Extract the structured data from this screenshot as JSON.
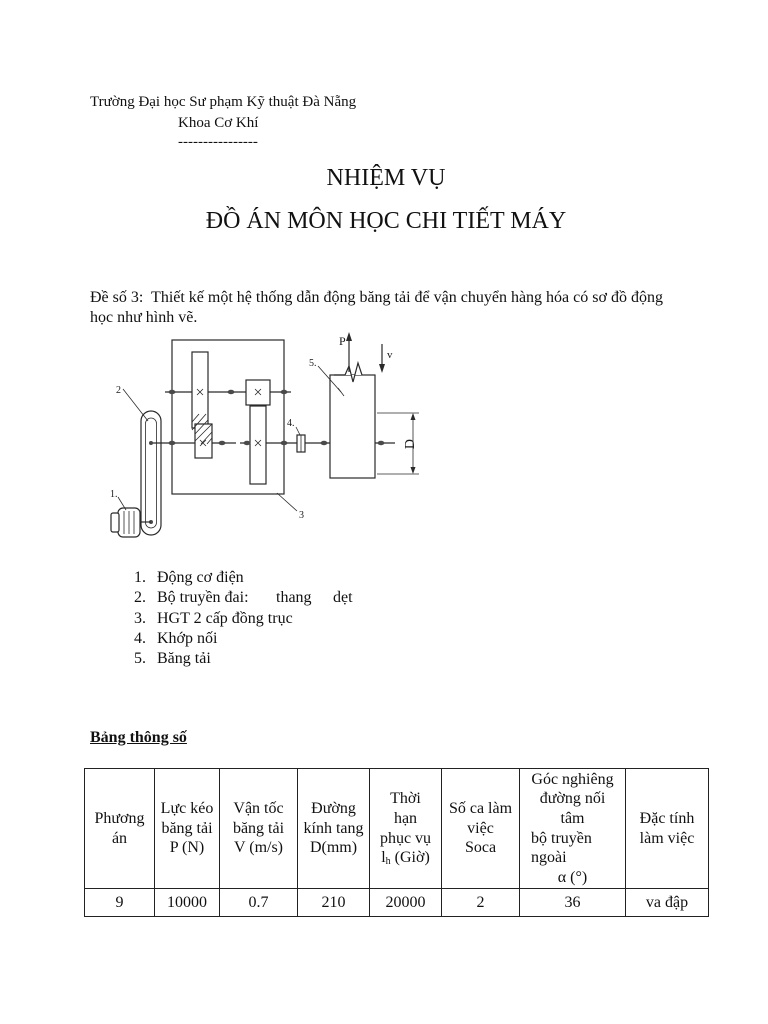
{
  "header": {
    "university": "Trường Đại học Sư phạm Kỹ thuật Đà Nẵng",
    "faculty": "Khoa Cơ Khí",
    "separator": "----------------"
  },
  "title": {
    "line1": "NHIỆM VỤ",
    "line2": "ĐỒ ÁN MÔN HỌC CHI TIẾT MÁY"
  },
  "assignment": {
    "lines": [
      "Đề số 3:  Thiết kế một hệ thống dẫn động băng tải để vận chuyển hàng hóa có sơ đồ động",
      "học như hình vẽ."
    ]
  },
  "diagram": {
    "force_label": "P",
    "speed_label": "v",
    "diameter_label": "D",
    "callouts": [
      "1.",
      "2",
      "3",
      "4.",
      "5."
    ]
  },
  "components": {
    "items": [
      {
        "num": "1.",
        "text": "Động cơ điện"
      },
      {
        "num": "2.",
        "text": "Bộ truyền đai:",
        "options": [
          "thang",
          "dẹt"
        ]
      },
      {
        "num": "3.",
        "text": "HGT 2 cấp đồng trục"
      },
      {
        "num": "4.",
        "text": "Khớp nối"
      },
      {
        "num": "5.",
        "text": "Băng tải"
      }
    ]
  },
  "params_table": {
    "caption": "Bảng thông số",
    "headers": [
      [
        "Phương",
        "án"
      ],
      [
        "Lực kéo",
        "băng tải",
        "P (N)"
      ],
      [
        "Vận tốc",
        "băng tải",
        "V (m/s)"
      ],
      [
        "Đường",
        "kính tang",
        "D(mm)"
      ],
      [
        "Thời",
        "hạn",
        "phục vụ",
        {
          "base": "l",
          "sub": "h",
          "rest": " (Giờ)"
        }
      ],
      [
        "Số ca làm",
        "việc",
        "Soca"
      ],
      [
        "Góc nghiêng",
        "đường nối",
        "tâm",
        "bộ truyền",
        "ngoài",
        "α (°)"
      ],
      [
        "Đặc tính",
        "làm việc"
      ]
    ],
    "rows": [
      [
        "9",
        "10000",
        "0.7",
        "210",
        "20000",
        "2",
        "36",
        "va đập"
      ]
    ]
  }
}
